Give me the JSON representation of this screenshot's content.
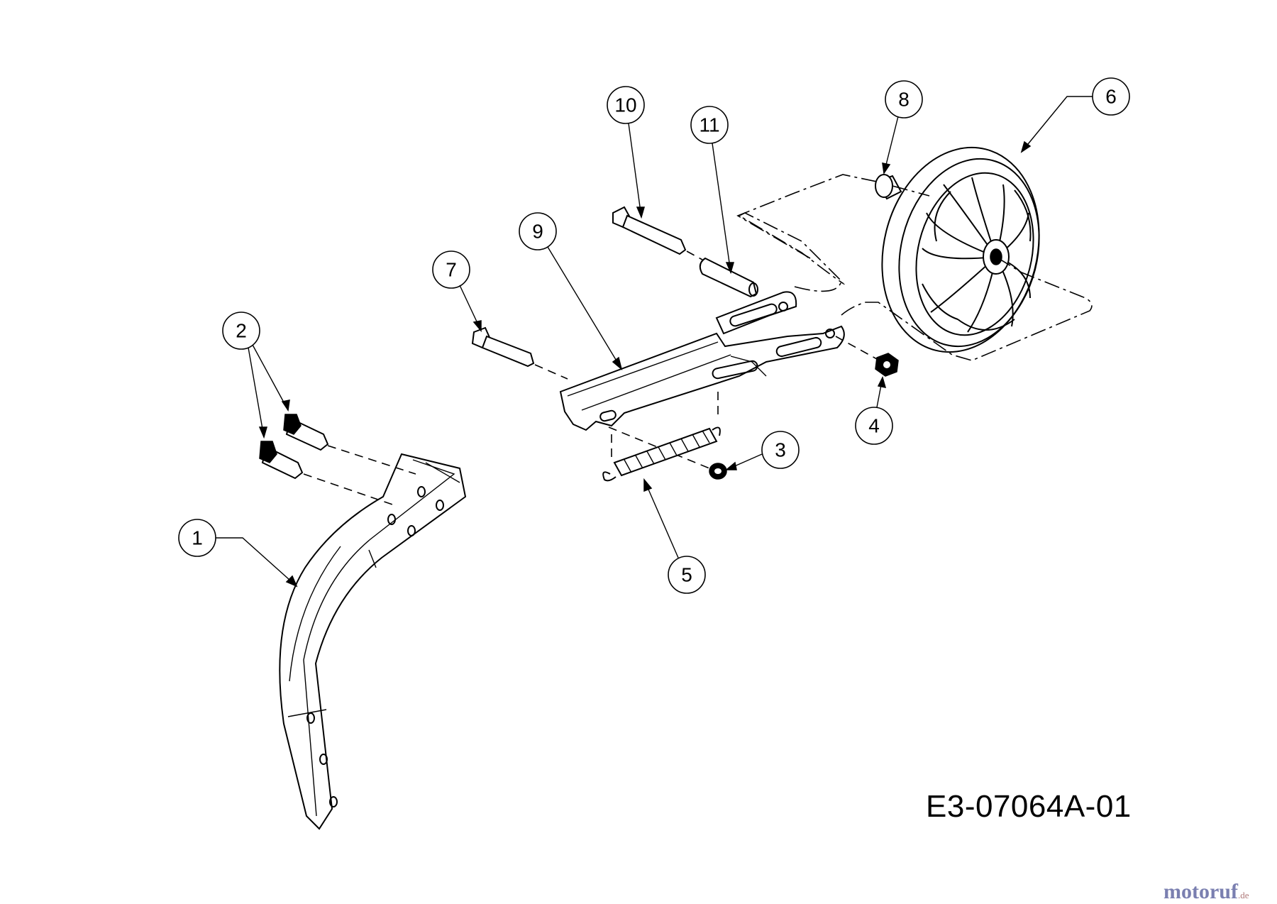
{
  "callouts": [
    "1",
    "2",
    "3",
    "4",
    "5",
    "6",
    "7",
    "8",
    "9",
    "10",
    "11"
  ],
  "drawing_code": "E3-07064A-01",
  "watermark": {
    "brand": "motoruf",
    "tld": ".de"
  }
}
